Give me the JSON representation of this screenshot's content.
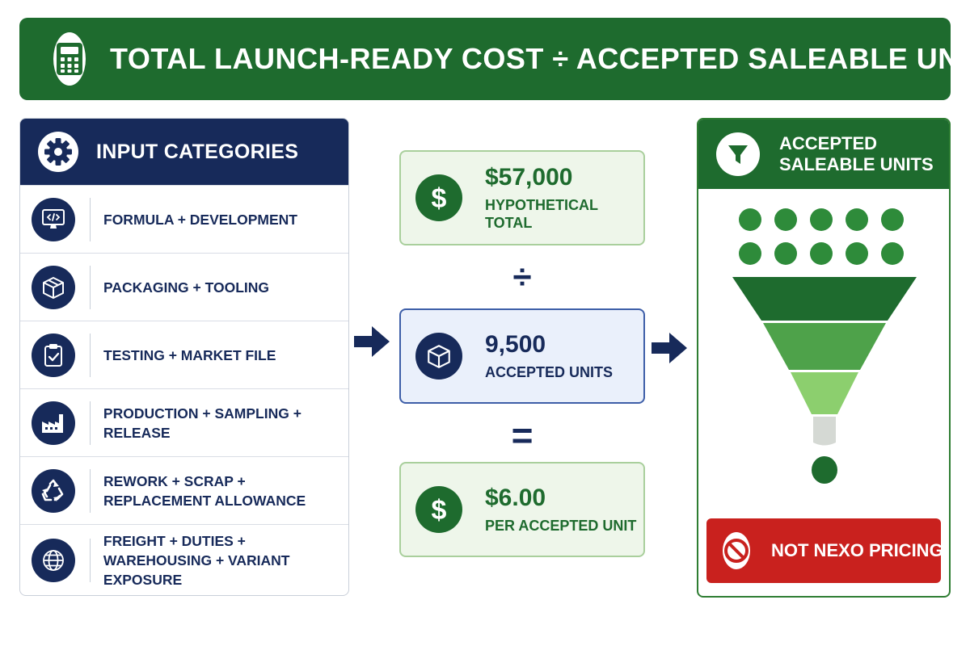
{
  "header": {
    "title": "TOTAL LAUNCH-READY COST ÷ ACCEPTED SALEABLE UNITS",
    "icon": "calculator-icon"
  },
  "inputs": {
    "title": "INPUT CATEGORIES",
    "icon": "gear-icon",
    "items": [
      {
        "line1": "FORMULA + DEVELOPMENT",
        "line2": "",
        "icon": "monitor-code-icon"
      },
      {
        "line1": "PACKAGING + TOOLING",
        "line2": "",
        "icon": "box-icon"
      },
      {
        "line1": "TESTING + MARKET FILE",
        "line2": "",
        "icon": "clipboard-check-icon"
      },
      {
        "line1": "PRODUCTION + SAMPLING + RELEASE",
        "line2": "",
        "icon": "factory-icon"
      },
      {
        "line1": "REWORK + SCRAP +",
        "line2": "REPLACEMENT ALLOWANCE",
        "icon": "recycle-icon"
      },
      {
        "line1": "FREIGHT + DUTIES +",
        "line2": "WAREHOUSING + VARIANT EXPOSURE",
        "icon": "globe-icon"
      }
    ]
  },
  "calculation": {
    "total": {
      "value": "$57,000",
      "label": "HYPOTHETICAL TOTAL",
      "icon": "dollar-icon"
    },
    "divide_symbol": "÷",
    "units": {
      "value": "9,500",
      "label": "ACCEPTED UNITS",
      "icon": "box-icon"
    },
    "equals_symbol": "=",
    "result": {
      "value": "$6.00",
      "label": "PER ACCEPTED UNIT",
      "icon": "dollar-icon"
    }
  },
  "saleable": {
    "title_line1": "ACCEPTED",
    "title_line2": "SALEABLE UNITS",
    "icon": "funnel-icon",
    "dot_count": 10,
    "warning": {
      "text": "NOT NEXO PRICING",
      "icon": "prohibited-icon"
    }
  },
  "colors": {
    "green_dark": "#1e6b2e",
    "green_mid": "#3a9a3f",
    "green_light": "#7dc35e",
    "navy": "#172a5a",
    "red": "#c9211e",
    "green_box_bg": "#eef6ea",
    "blue_box_bg": "#eaf0fb"
  }
}
